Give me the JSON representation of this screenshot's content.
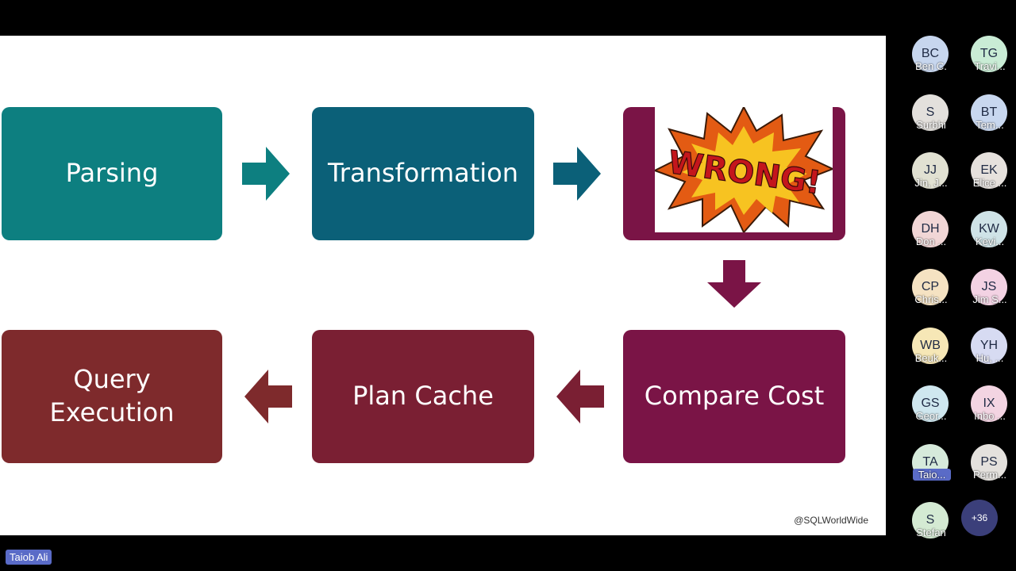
{
  "slide": {
    "steps": {
      "parsing": "Parsing",
      "transformation": "Transformation",
      "wrong_word": "WRONG!",
      "compare_cost": "Compare Cost",
      "plan_cache": "Plan Cache",
      "query_line1": "Query",
      "query_line2": "Execution"
    },
    "watermark": "@SQLWorldWide",
    "colors": {
      "teal": "#0d7f80",
      "petrol": "#0b6078",
      "plum": "#7a1446",
      "maroon": "#7a1f33",
      "brown_red": "#7e2a2c"
    }
  },
  "participants": [
    {
      "initials": "BC",
      "name": "Ben C.",
      "color": "#c7d6ee"
    },
    {
      "initials": "TG",
      "name": "Travi...",
      "color": "#c9ecd5"
    },
    {
      "initials": "S",
      "name": "Surbhi",
      "color": "#e3e0dc"
    },
    {
      "initials": "BT",
      "name": "Tem...",
      "color": "#c8d7ef"
    },
    {
      "initials": "JJ",
      "name": "Jin, J...",
      "color": "#e1e1d2"
    },
    {
      "initials": "EK",
      "name": "Elice ...",
      "color": "#e6e1dd"
    },
    {
      "initials": "DH",
      "name": "Don ...",
      "color": "#f1d6d6"
    },
    {
      "initials": "KW",
      "name": "Kevi...",
      "color": "#cfe3e7"
    },
    {
      "initials": "CP",
      "name": "Chris...",
      "color": "#f5e2c2"
    },
    {
      "initials": "JS",
      "name": "Jim S...",
      "color": "#f3d2e3"
    },
    {
      "initials": "WB",
      "name": "Beuk...",
      "color": "#f6e7b6"
    },
    {
      "initials": "YH",
      "name": "Hu, ...",
      "color": "#d7dbf2"
    },
    {
      "initials": "GS",
      "name": "Geor...",
      "color": "#cfe7ef"
    },
    {
      "initials": "IX",
      "name": "Inbo ...",
      "color": "#f3d4e2"
    },
    {
      "initials": "TA",
      "name": "Taio...",
      "color": "#d6eadb",
      "active": true
    },
    {
      "initials": "PS",
      "name": "Perm...",
      "color": "#e4e1dd"
    },
    {
      "initials": "S",
      "name": "Stefan",
      "color": "#d4ead3"
    }
  ],
  "more_count": "+36",
  "speaker_name": "Taiob Ali"
}
